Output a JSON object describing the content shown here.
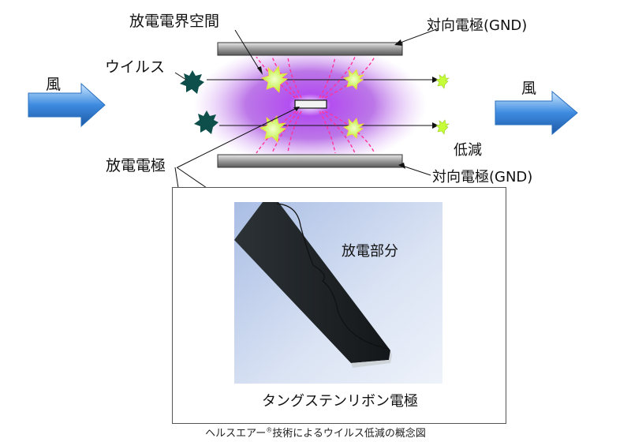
{
  "labels": {
    "discharge_space": "放電電界空間",
    "counter_electrode_top": "対向電極(GND)",
    "counter_electrode_bottom": "対向電極(GND)",
    "virus": "ウイルス",
    "wind_left": "風",
    "wind_right": "風",
    "reduced": "低減",
    "discharge_electrode": "放電電極"
  },
  "inset": {
    "discharge_part": "放電部分",
    "title": "タングステンリボン電極"
  },
  "caption": {
    "text": "ヘルスエアー",
    "mark": "®",
    "text_after": "技術によるウイルス低減の概念図"
  },
  "colors": {
    "plasma": "#a64ae0",
    "arrow_blue": "#3d8be0",
    "virus_dark": "#0f4f4b",
    "virus_active": "#c6ff3a",
    "field_line": "#ff3399"
  }
}
